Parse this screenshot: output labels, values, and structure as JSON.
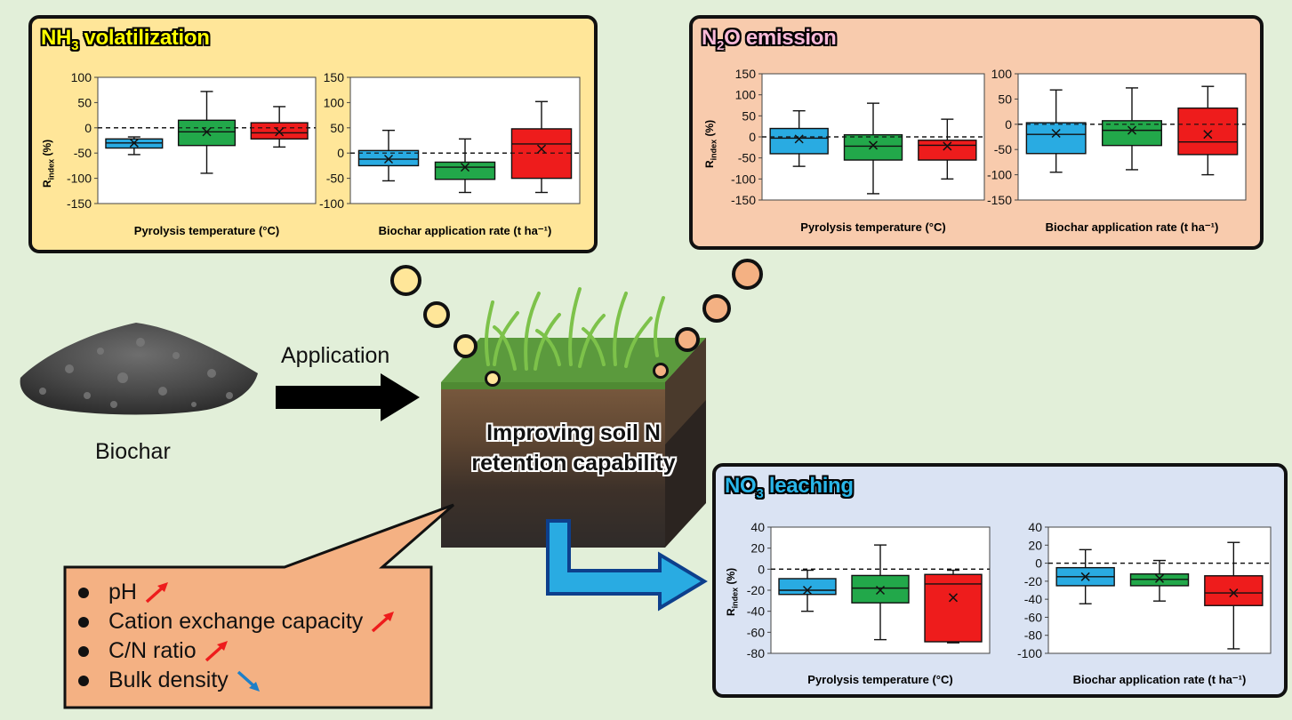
{
  "colors": {
    "temp_low": "#29abe2",
    "temp_mid": "#22a84a",
    "temp_high": "#ee1c1c",
    "nh3_bg": "#ffe699",
    "n2o_bg": "#f8cbad",
    "no3_bg": "#dae3f3",
    "callout_bg": "#f4b183"
  },
  "biochar": {
    "label": "Biochar"
  },
  "application": {
    "label": "Application"
  },
  "soil": {
    "line1": "Improving soil N",
    "line2": "retention capability"
  },
  "properties": [
    {
      "label": "pH",
      "trend": "up"
    },
    {
      "label": "Cation exchange capacity",
      "trend": "up"
    },
    {
      "label": "C/N ratio",
      "trend": "up"
    },
    {
      "label": "Bulk density",
      "trend": "down"
    }
  ],
  "nh3": {
    "title_main": "NH",
    "title_sub": "3",
    "title_rest": " volatilization",
    "ylabel_main": "R",
    "ylabel_sub": "index",
    "ylabel_rest": " (%)"
  },
  "n2o": {
    "title_pre": "N",
    "title_sub": "2",
    "title_rest": "O emission",
    "ylabel_main": "R",
    "ylabel_sub": "index",
    "ylabel_rest": " (%)"
  },
  "no3": {
    "title_main": "NO",
    "title_sub": "3",
    "title_rest": " leaching",
    "ylabel_main": "R",
    "ylabel_sub": "index",
    "ylabel_rest": " (%)"
  },
  "chart_data": [
    {
      "panel": "nh3",
      "type": "box",
      "xlabel": "Pyrolysis temperature (°C)",
      "ylim": [
        -150,
        100
      ],
      "yticks": [
        100,
        50,
        0,
        -50,
        -100,
        -150
      ],
      "boxes": [
        {
          "min": -53,
          "q1": -40,
          "median": -30,
          "q3": -22,
          "max": -18,
          "mean": -30
        },
        {
          "min": -90,
          "q1": -35,
          "median": -8,
          "q3": 15,
          "max": 72,
          "mean": -8
        },
        {
          "min": -38,
          "q1": -22,
          "median": -10,
          "q3": 10,
          "max": 42,
          "mean": -8
        }
      ]
    },
    {
      "panel": "nh3",
      "type": "box",
      "xlabel": "Biochar application rate (t ha⁻¹)",
      "ylim": [
        -100,
        150
      ],
      "yticks": [
        150,
        100,
        50,
        0,
        -50,
        -100
      ],
      "boxes": [
        {
          "min": -55,
          "q1": -25,
          "median": -12,
          "q3": 5,
          "max": 45,
          "mean": -12
        },
        {
          "min": -78,
          "q1": -52,
          "median": -28,
          "q3": -18,
          "max": 28,
          "mean": -28
        },
        {
          "min": -78,
          "q1": -50,
          "median": 18,
          "q3": 48,
          "max": 102,
          "mean": 8
        }
      ]
    },
    {
      "panel": "n2o",
      "type": "box",
      "xlabel": "Pyrolysis temperature (°C)",
      "ylim": [
        -150,
        150
      ],
      "yticks": [
        150,
        100,
        50,
        0,
        -50,
        -100,
        -150
      ],
      "boxes": [
        {
          "min": -70,
          "q1": -40,
          "median": -3,
          "q3": 20,
          "max": 62,
          "mean": -5
        },
        {
          "min": -135,
          "q1": -55,
          "median": -22,
          "q3": 5,
          "max": 80,
          "mean": -20
        },
        {
          "min": -100,
          "q1": -55,
          "median": -20,
          "q3": -8,
          "max": 42,
          "mean": -22
        }
      ]
    },
    {
      "panel": "n2o",
      "type": "box",
      "xlabel": "Biochar application rate (t ha⁻¹)",
      "ylim": [
        -150,
        100
      ],
      "yticks": [
        100,
        50,
        0,
        -50,
        -100,
        -150
      ],
      "boxes": [
        {
          "min": -95,
          "q1": -58,
          "median": -20,
          "q3": 3,
          "max": 68,
          "mean": -18
        },
        {
          "min": -90,
          "q1": -42,
          "median": -12,
          "q3": 7,
          "max": 72,
          "mean": -12
        },
        {
          "min": -100,
          "q1": -60,
          "median": -35,
          "q3": 32,
          "max": 75,
          "mean": -20
        }
      ]
    },
    {
      "panel": "no3",
      "type": "box",
      "xlabel": "Pyrolysis temperature (°C)",
      "ylim": [
        -80,
        40
      ],
      "yticks": [
        40,
        20,
        0,
        -20,
        -40,
        -60,
        -80
      ],
      "boxes": [
        {
          "min": -40,
          "q1": -24,
          "median": -20,
          "q3": -9,
          "max": -1,
          "mean": -20
        },
        {
          "min": -67,
          "q1": -32,
          "median": -18,
          "q3": -6,
          "max": 23,
          "mean": -20
        },
        {
          "min": -70,
          "q1": -69,
          "median": -14,
          "q3": -5,
          "max": -1,
          "mean": -27
        }
      ]
    },
    {
      "panel": "no3",
      "type": "box",
      "xlabel": "Biochar application rate (t ha⁻¹)",
      "ylim": [
        -100,
        40
      ],
      "yticks": [
        40,
        20,
        0,
        -20,
        -40,
        -60,
        -80,
        -100
      ],
      "boxes": [
        {
          "min": -45,
          "q1": -25,
          "median": -15,
          "q3": -5,
          "max": 15,
          "mean": -15
        },
        {
          "min": -42,
          "q1": -25,
          "median": -18,
          "q3": -12,
          "max": 3,
          "mean": -17
        },
        {
          "min": -95,
          "q1": -47,
          "median": -33,
          "q3": -14,
          "max": 23,
          "mean": -33
        }
      ]
    }
  ]
}
